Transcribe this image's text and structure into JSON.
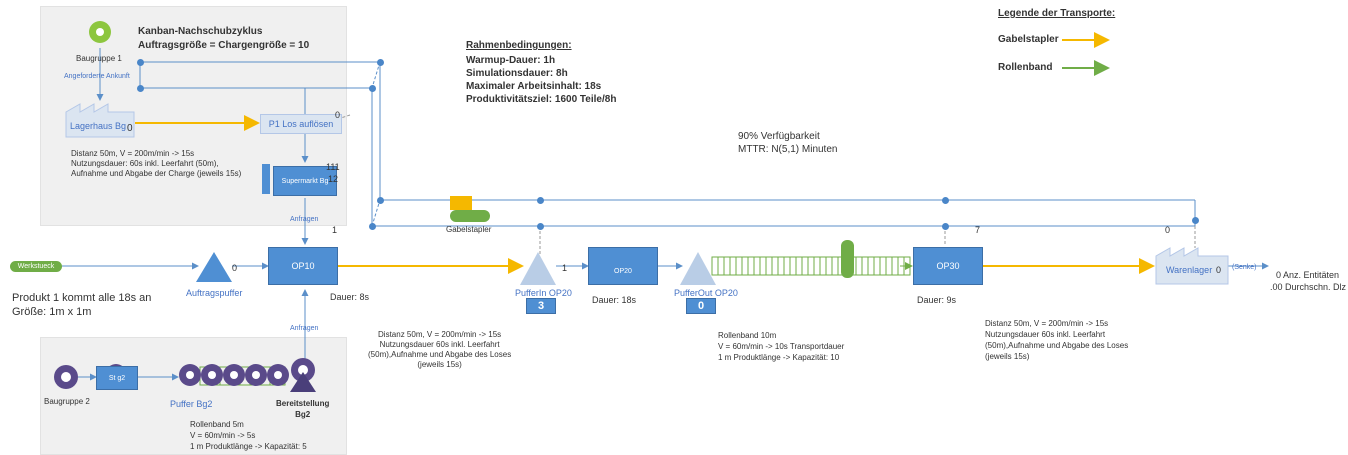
{
  "kanban": {
    "title_line1": "Kanban-Nachschubzyklus",
    "title_line2": "Auftragsgröße = Chargengröße = 10",
    "baugruppe1": "Baugruppe 1",
    "angeforderte": "Angeforderte Ankunft",
    "lagerhaus": "Lagerhaus Bg",
    "lagerhaus_count": "0",
    "p1_los": "P1 Los auflösen",
    "p1_count": "0",
    "distanz_text": "Distanz 50m, V = 200m/min -> 15s\nNutzungsdauer: 60s inkl. Leerfahrt (50m),\nAufnahme und Abgabe der Charge (jeweils 15s)",
    "supermarkt": "Supermarkt Bg",
    "supermarkt_c1": "111",
    "supermarkt_c2": "12",
    "anfragen": "Anfragen"
  },
  "rahmen": {
    "title": "Rahmenbedingungen:",
    "lines": "Warmup-Dauer: 1h\nSimulationsdauer: 8h\nMaximaler Arbeitsinhalt: 18s\nProduktivitätsziel: 1600 Teile/8h"
  },
  "legend": {
    "title": "Legende der Transporte:",
    "gabelstapler": "Gabelstapler",
    "rollenband": "Rollenband",
    "gabel_color": "#f5b800",
    "rollen_color": "#70ad47"
  },
  "availability": {
    "text": "90% Verfügbarkeit\nMTTR: N(5,1) Minuten"
  },
  "main": {
    "werkstueck": "Werkstueck",
    "produkt": "Produkt 1 kommt alle 18s an\nGröße: 1m x 1m",
    "auftragspuffer": "Auftragspuffer",
    "auftragspuffer_count": "0",
    "op10": "OP10",
    "op10_count": "1",
    "op10_dauer": "Dauer: 8s",
    "gabelstapler_label": "Gabelstapler",
    "pufferin": "PufferIn OP20",
    "pufferin_count": "3",
    "pufferin_side": "1",
    "op20": "OP20",
    "op20_dauer": "Dauer: 18s",
    "pufferout": "PufferOut OP20",
    "pufferout_count": "0",
    "op30": "OP30",
    "op30_count": "7",
    "op30_dauer": "Dauer: 9s",
    "warenlager": "Warenlager",
    "warenlager_count": "0",
    "warenlager_top": "0",
    "senke": "(Senke)",
    "anz_entitaeten": "0  Anz. Entitäten",
    "durchschn": ".00  Durchschn. Dlz",
    "anfragen2": "Anfragen",
    "distanz_op10": "Distanz 50m, V = 200m/min -> 15s\nNutzungsdauer 60s inkl. Leerfahrt\n(50m),Aufnahme und Abgabe des Loses\n(jeweils 15s)",
    "rollenband_text": "Rollenband 10m\nV = 60m/min -> 10s Transportdauer\n1 m Produktlänge -> Kapazität: 10",
    "distanz_op30": "Distanz 50m, V = 200m/min -> 15s\nNutzungsdauer 60s inkl. Leerfahrt\n(50m),Aufnahme und Abgabe des Loses\n(jeweils 15s)"
  },
  "bottom": {
    "baugruppe2": "Baugruppe 2",
    "st_bg2": "St    g2",
    "puffer_bg2": "Puffer Bg2",
    "bereitstellung": "Bereitstellung\nBg2",
    "rollenband_text": "Rollenband 5m\nV = 60m/min -> 5s\n1 m Produktlänge -> Kapazität: 5"
  }
}
